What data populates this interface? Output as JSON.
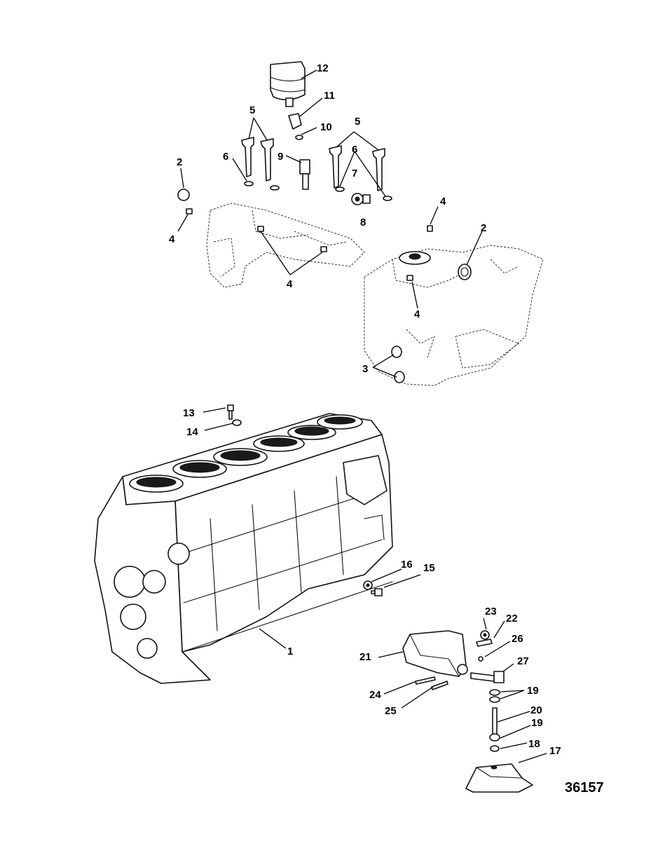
{
  "figure_number": "36157",
  "callouts": {
    "c1": "1",
    "c2a": "2",
    "c2b": "2",
    "c3": "3",
    "c4a": "4",
    "c4b": "4",
    "c4c": "4",
    "c4d": "4",
    "c5a": "5",
    "c5b": "5",
    "c6a": "6",
    "c6b": "6",
    "c7": "7",
    "c8": "8",
    "c9": "9",
    "c10": "10",
    "c11": "11",
    "c12": "12",
    "c13": "13",
    "c14": "14",
    "c15": "15",
    "c16": "16",
    "c17": "17",
    "c18": "18",
    "c19a": "19",
    "c19b": "19",
    "c20": "20",
    "c21": "21",
    "c22": "22",
    "c23": "23",
    "c24": "24",
    "c25": "25",
    "c26": "26",
    "c27": "27"
  }
}
